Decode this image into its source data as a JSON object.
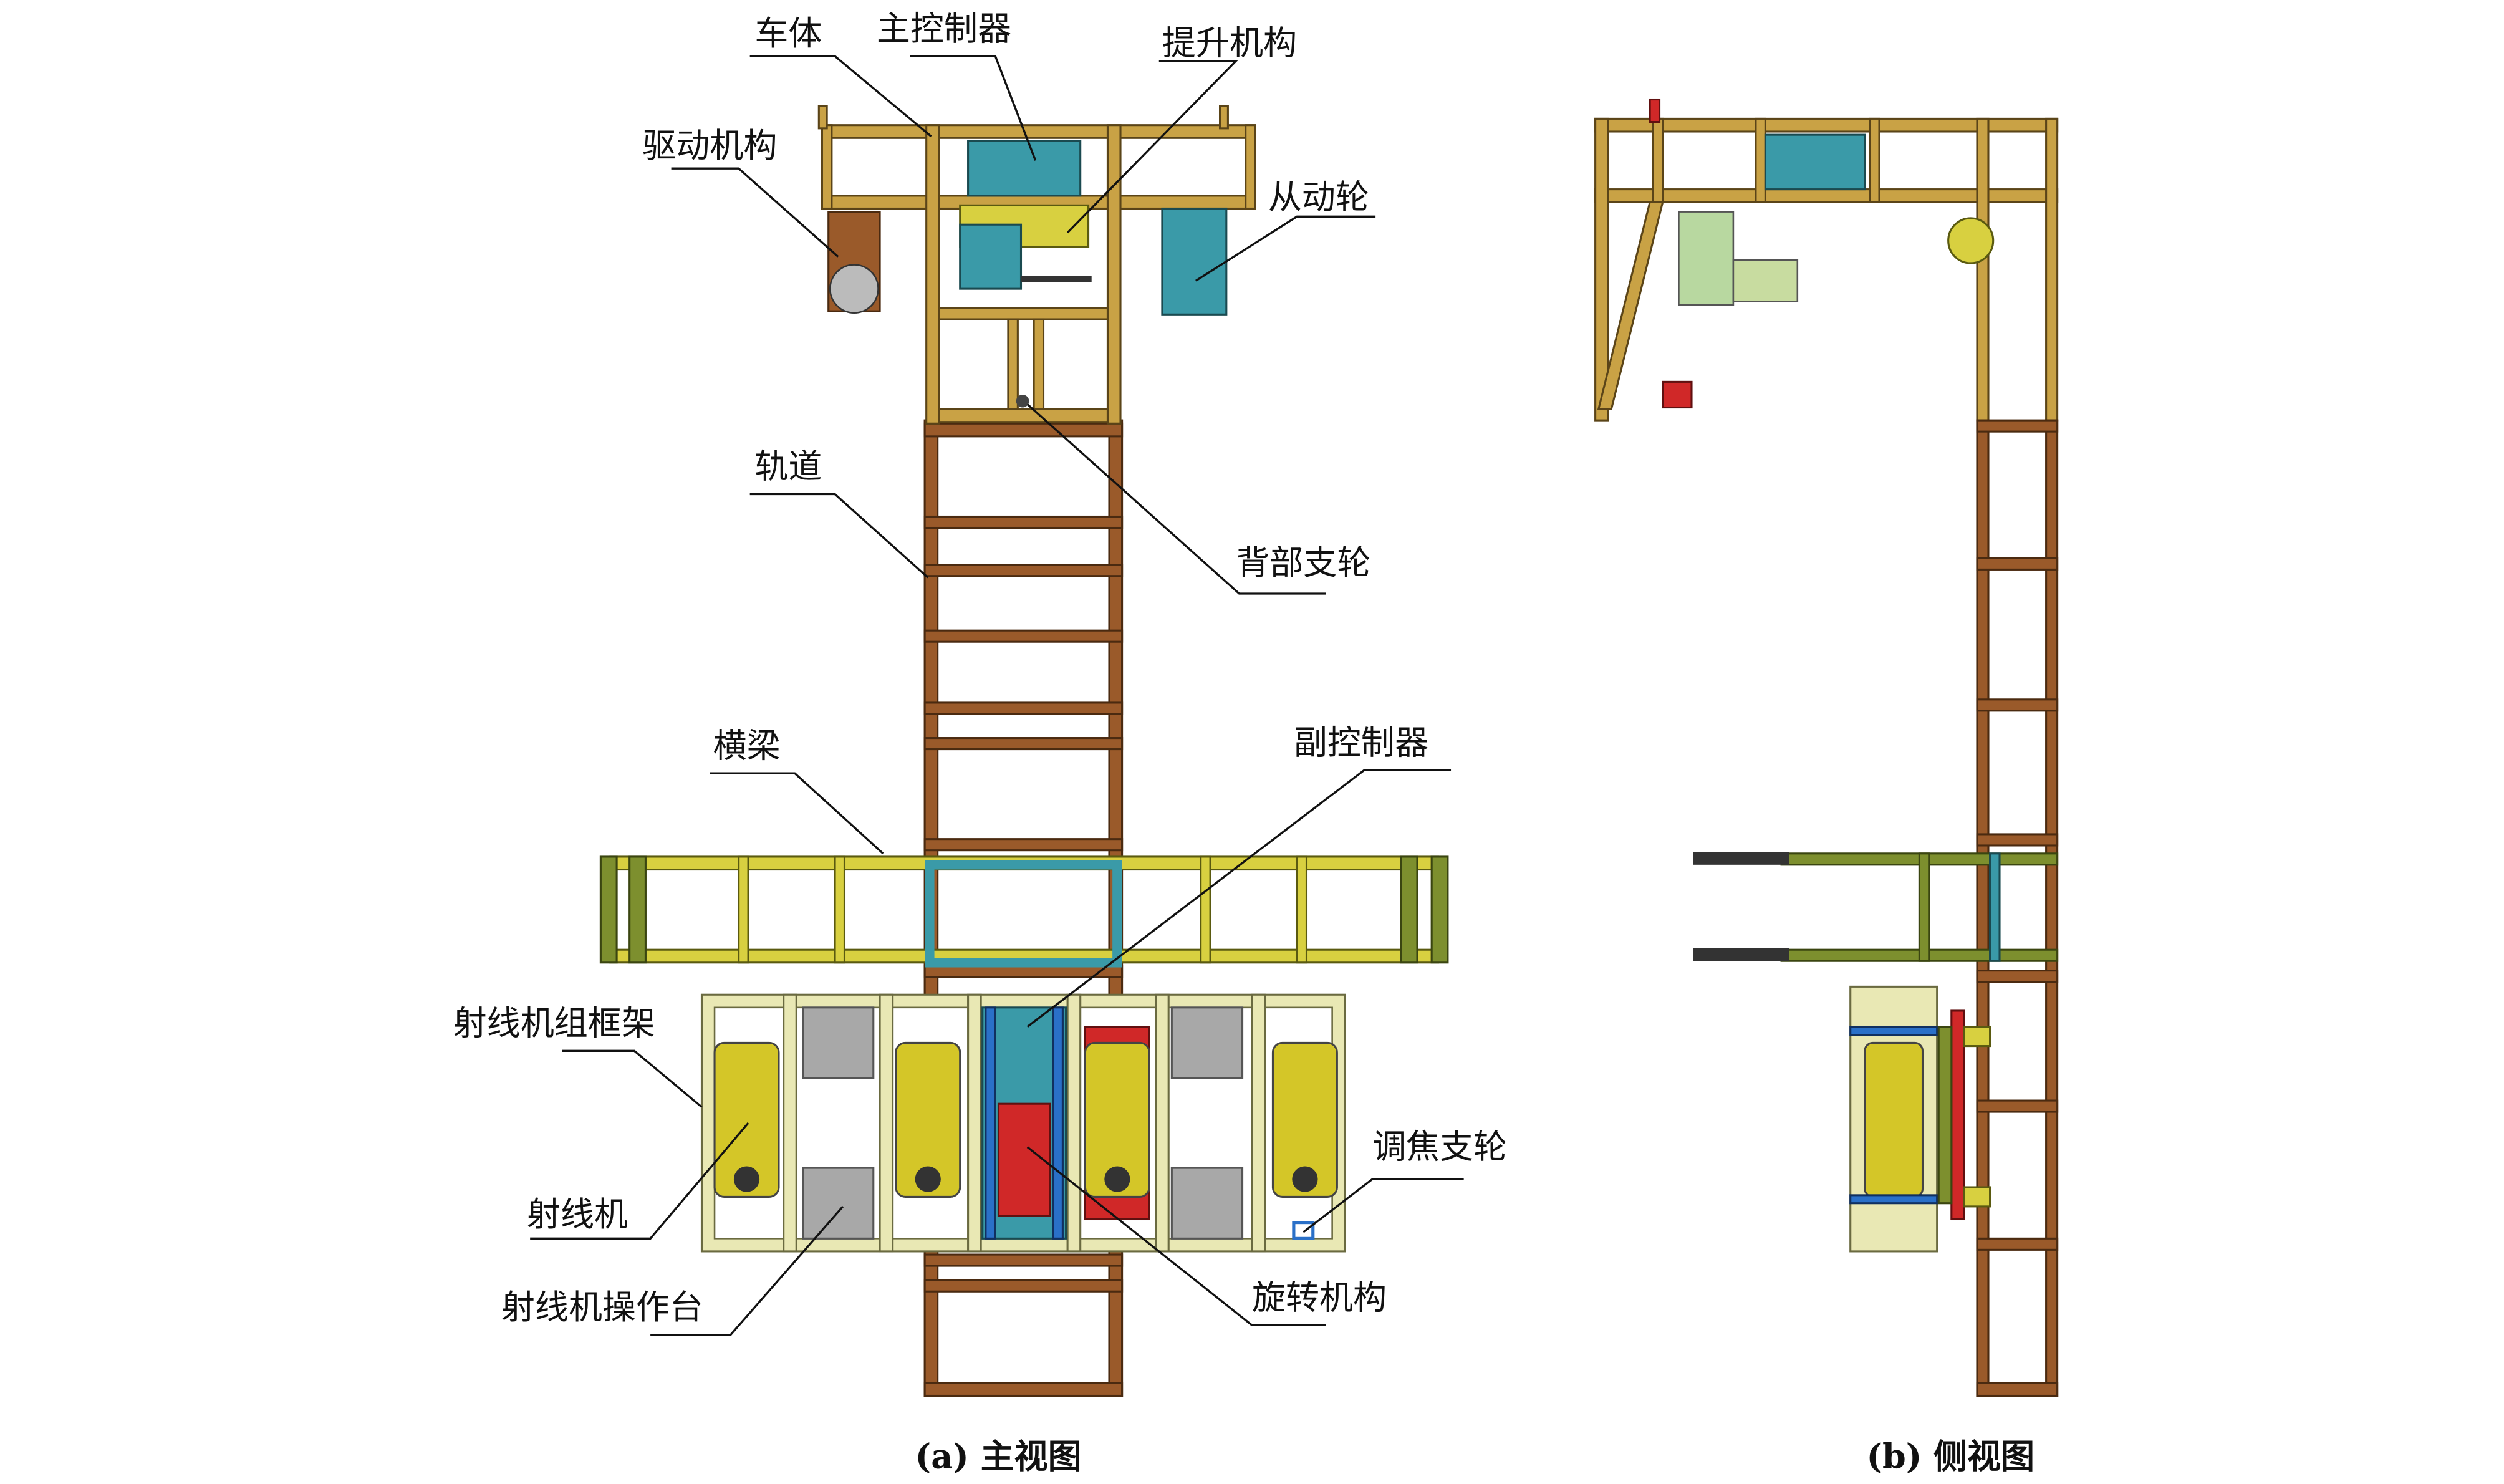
{
  "front_view": {
    "caption": "(a) 主视图",
    "labels": {
      "car_body": "车体",
      "main_controller": "主控制器",
      "lift_mechanism": "提升机构",
      "drive_mechanism": "驱动机构",
      "driven_wheel": "从动轮",
      "track": "轨道",
      "back_support_wheel": "背部支轮",
      "cross_beam": "横梁",
      "sub_controller": "副控制器",
      "xray_frame": "射线机组框架",
      "xray_machine": "射线机",
      "focus_support_wheel": "调焦支轮",
      "xray_console": "射线机操作台",
      "rotation_mechanism": "旋转机构"
    }
  },
  "side_view": {
    "caption": "(b) 侧视图"
  }
}
